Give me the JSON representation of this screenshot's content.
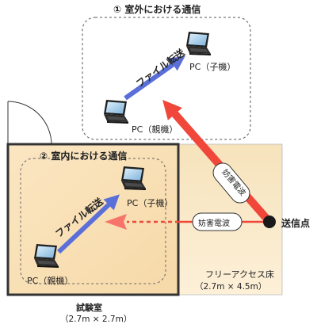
{
  "outdoor": {
    "title": "① 室外における通信",
    "transfer": "ファイル転送",
    "pc_child": "PC（子機）",
    "pc_parent": "PC（親機）"
  },
  "indoor": {
    "title": "② 室内における通信",
    "transfer": "ファイル転送",
    "pc_child": "PC（子機）",
    "pc_parent": "PC（親機）"
  },
  "jamming": {
    "diagonal_label": "妨害電波",
    "horizontal_label": "妨害電波"
  },
  "transmitter": {
    "label": "送信点"
  },
  "floor": {
    "label": "フリーアクセス床",
    "size": "（2.7m × 4.5m）"
  },
  "test_room": {
    "label": "試験室",
    "size": "（2.7m × 2.7m）"
  },
  "colors": {
    "floor_top": "#f5e2b8",
    "floor_bottom": "#fbecd0",
    "transfer_arrow": "#5b6fd8",
    "jamming_arrow": "#f0473a",
    "jamming_arrow_light": "#f7746a",
    "border_dark": "#333333"
  },
  "icons": {
    "laptop": "laptop-icon",
    "transmitter": "transmitter-dot-icon"
  }
}
